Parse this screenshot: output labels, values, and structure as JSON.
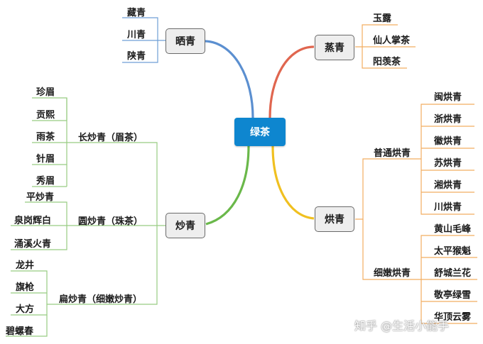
{
  "root": {
    "label": "绿茶"
  },
  "branches": {
    "shaiqing": {
      "label": "晒青",
      "leaves": [
        "藏青",
        "川青",
        "陕青"
      ]
    },
    "zhengqing": {
      "label": "蒸青",
      "leaves": [
        "玉露",
        "仙人掌茶",
        "阳羡茶"
      ]
    },
    "chaoqing": {
      "label": "炒青",
      "subs": [
        {
          "label": "长炒青（眉茶）",
          "leaves": [
            "珍眉",
            "贡熙",
            "雨茶",
            "针眉",
            "秀眉"
          ]
        },
        {
          "label": "圆炒青（珠茶）",
          "leaves": [
            "平炒青",
            "泉岗辉白",
            "涌溪火青"
          ]
        },
        {
          "label": "扁炒青（细嫩炒青）",
          "leaves": [
            "龙井",
            "旗枪",
            "大方",
            "碧螺春"
          ]
        }
      ]
    },
    "hongqing": {
      "label": "烘青",
      "subs": [
        {
          "label": "普通烘青",
          "leaves": [
            "闽烘青",
            "浙烘青",
            "徽烘青",
            "苏烘青",
            "湘烘青",
            "川烘青"
          ]
        },
        {
          "label": "细嫩烘青",
          "leaves": [
            "黄山毛峰",
            "太平猴魁",
            "舒城兰花",
            "敬亭绿雪",
            "华顶云雾"
          ]
        }
      ]
    }
  },
  "watermark": "知乎 @生活小能手",
  "colors": {
    "root_fill": "#0e86cf",
    "shaiqing_line": "#5b8fd0",
    "zhengqing_line": "#e0664f",
    "chaoqing_line": "#6ab84a",
    "hongqing_line": "#f0c020",
    "leaf_line_green": "#98cc82",
    "leaf_line_orange": "#f2ad62"
  }
}
